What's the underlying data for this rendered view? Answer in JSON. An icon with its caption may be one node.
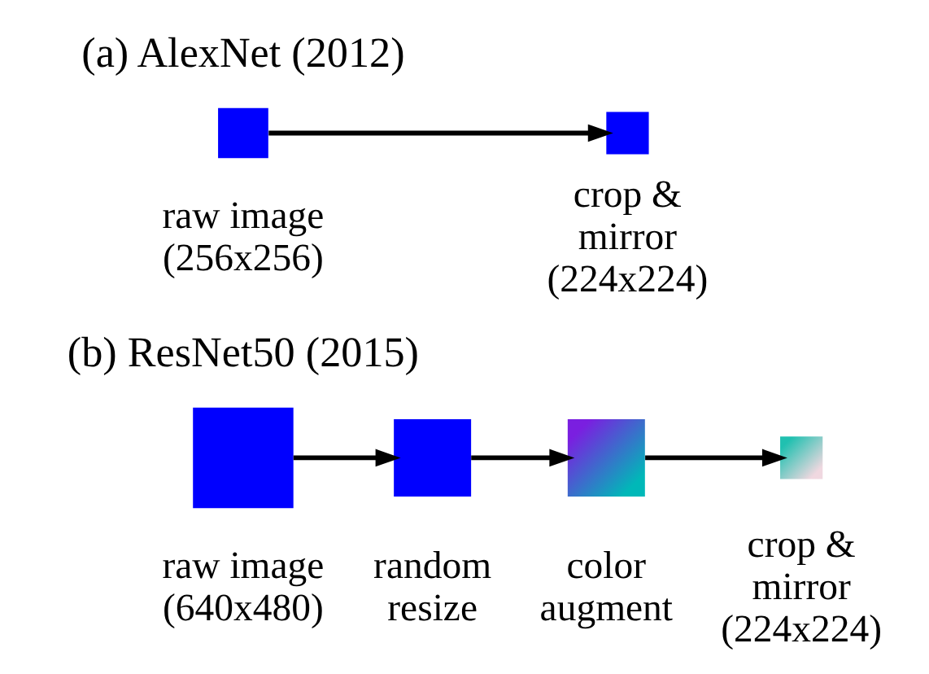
{
  "diagram": {
    "nodes": [
      {
        "text": [],
        "shape": "box",
        "beside": [
          "raw image (256x256)"
        ]
      },
      {
        "text": [],
        "shape": "box",
        "beside": [
          "crop & mirror (224x224)"
        ]
      },
      {
        "text": [],
        "shape": "box",
        "beside": [
          "raw image (640x480)"
        ]
      },
      {
        "text": [],
        "shape": "box",
        "beside": [
          "random resize"
        ]
      },
      {
        "text": [],
        "shape": "box",
        "beside": [
          "color augment"
        ]
      },
      {
        "text": [],
        "shape": "box",
        "beside": [
          "crop & mirror (224x224)"
        ]
      }
    ],
    "edges": [
      {
        "from": 0,
        "to": 1,
        "arrow": "to"
      },
      {
        "from": 2,
        "to": 3,
        "arrow": "to"
      },
      {
        "from": 3,
        "to": 4,
        "arrow": "to"
      },
      {
        "from": 4,
        "to": 5,
        "arrow": "to"
      }
    ],
    "labels": [
      "(a) AlexNet (2012)",
      "(b) ResNet50 (2015)"
    ]
  }
}
